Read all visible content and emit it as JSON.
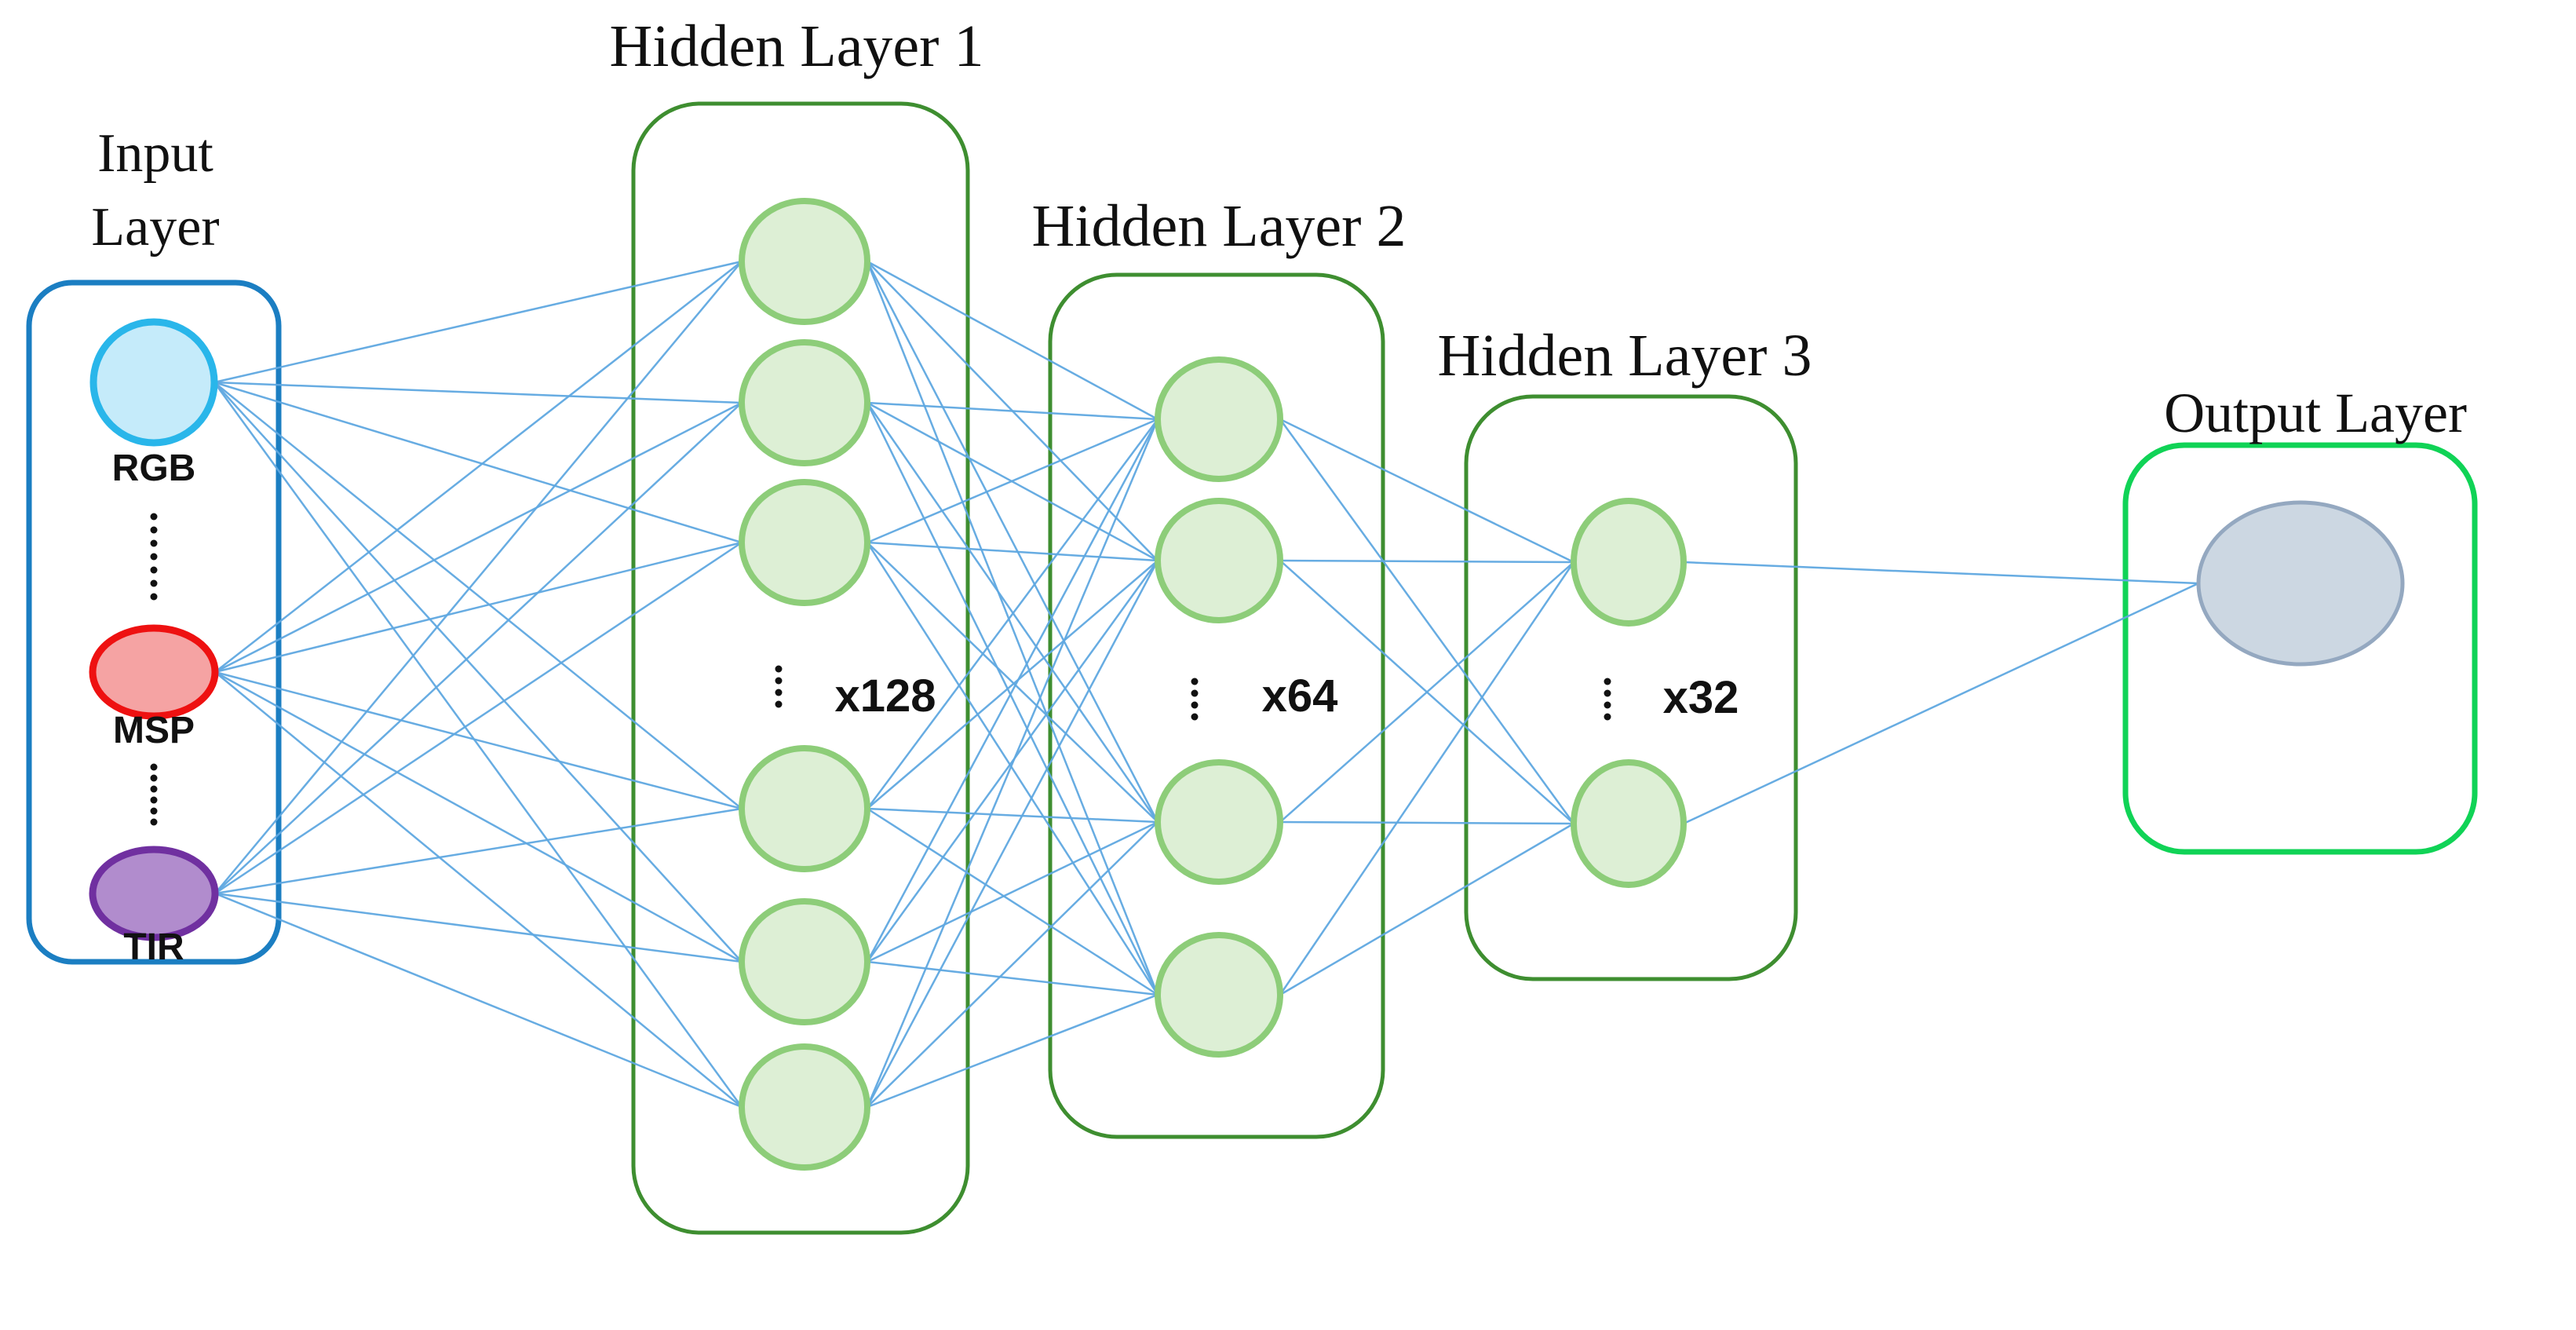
{
  "colors": {
    "background": "#ffffff",
    "connection": "#5fa8e0",
    "text": "#111111",
    "input_box": "#1b7ec2",
    "hidden_box": "#3e8e30",
    "output_box": "#10d356",
    "hidden_node_fill": "#ddefd5",
    "hidden_node_stroke": "#8dcd79",
    "output_node_fill": "#ccd7e2",
    "output_node_stroke": "#94a8c0",
    "dot_color": "#111111"
  },
  "layers": {
    "input": {
      "title_lines": [
        "Input",
        "Layer"
      ],
      "nodes": [
        {
          "label": "RGB",
          "fill": "#c5ebfa",
          "stroke": "#29b6ea"
        },
        {
          "label": "MSP",
          "fill": "#f5a3a3",
          "stroke": "#ee1111"
        },
        {
          "label": "TIR",
          "fill": "#b18ccd",
          "stroke": "#7030a0"
        }
      ]
    },
    "hidden1": {
      "title": "Hidden Layer 1",
      "multiplier_label": "x128",
      "visible_circles": 6
    },
    "hidden2": {
      "title": "Hidden Layer 2",
      "multiplier_label": "x64",
      "visible_circles": 4
    },
    "hidden3": {
      "title": "Hidden Layer 3",
      "multiplier_label": "x32",
      "visible_circles": 2
    },
    "output": {
      "title": "Output Layer",
      "visible_circles": 1
    }
  },
  "connections": {
    "input_to_hidden1": 18,
    "hidden1_to_hidden2": 24,
    "hidden2_to_hidden3": 8,
    "hidden3_to_output": 2
  }
}
